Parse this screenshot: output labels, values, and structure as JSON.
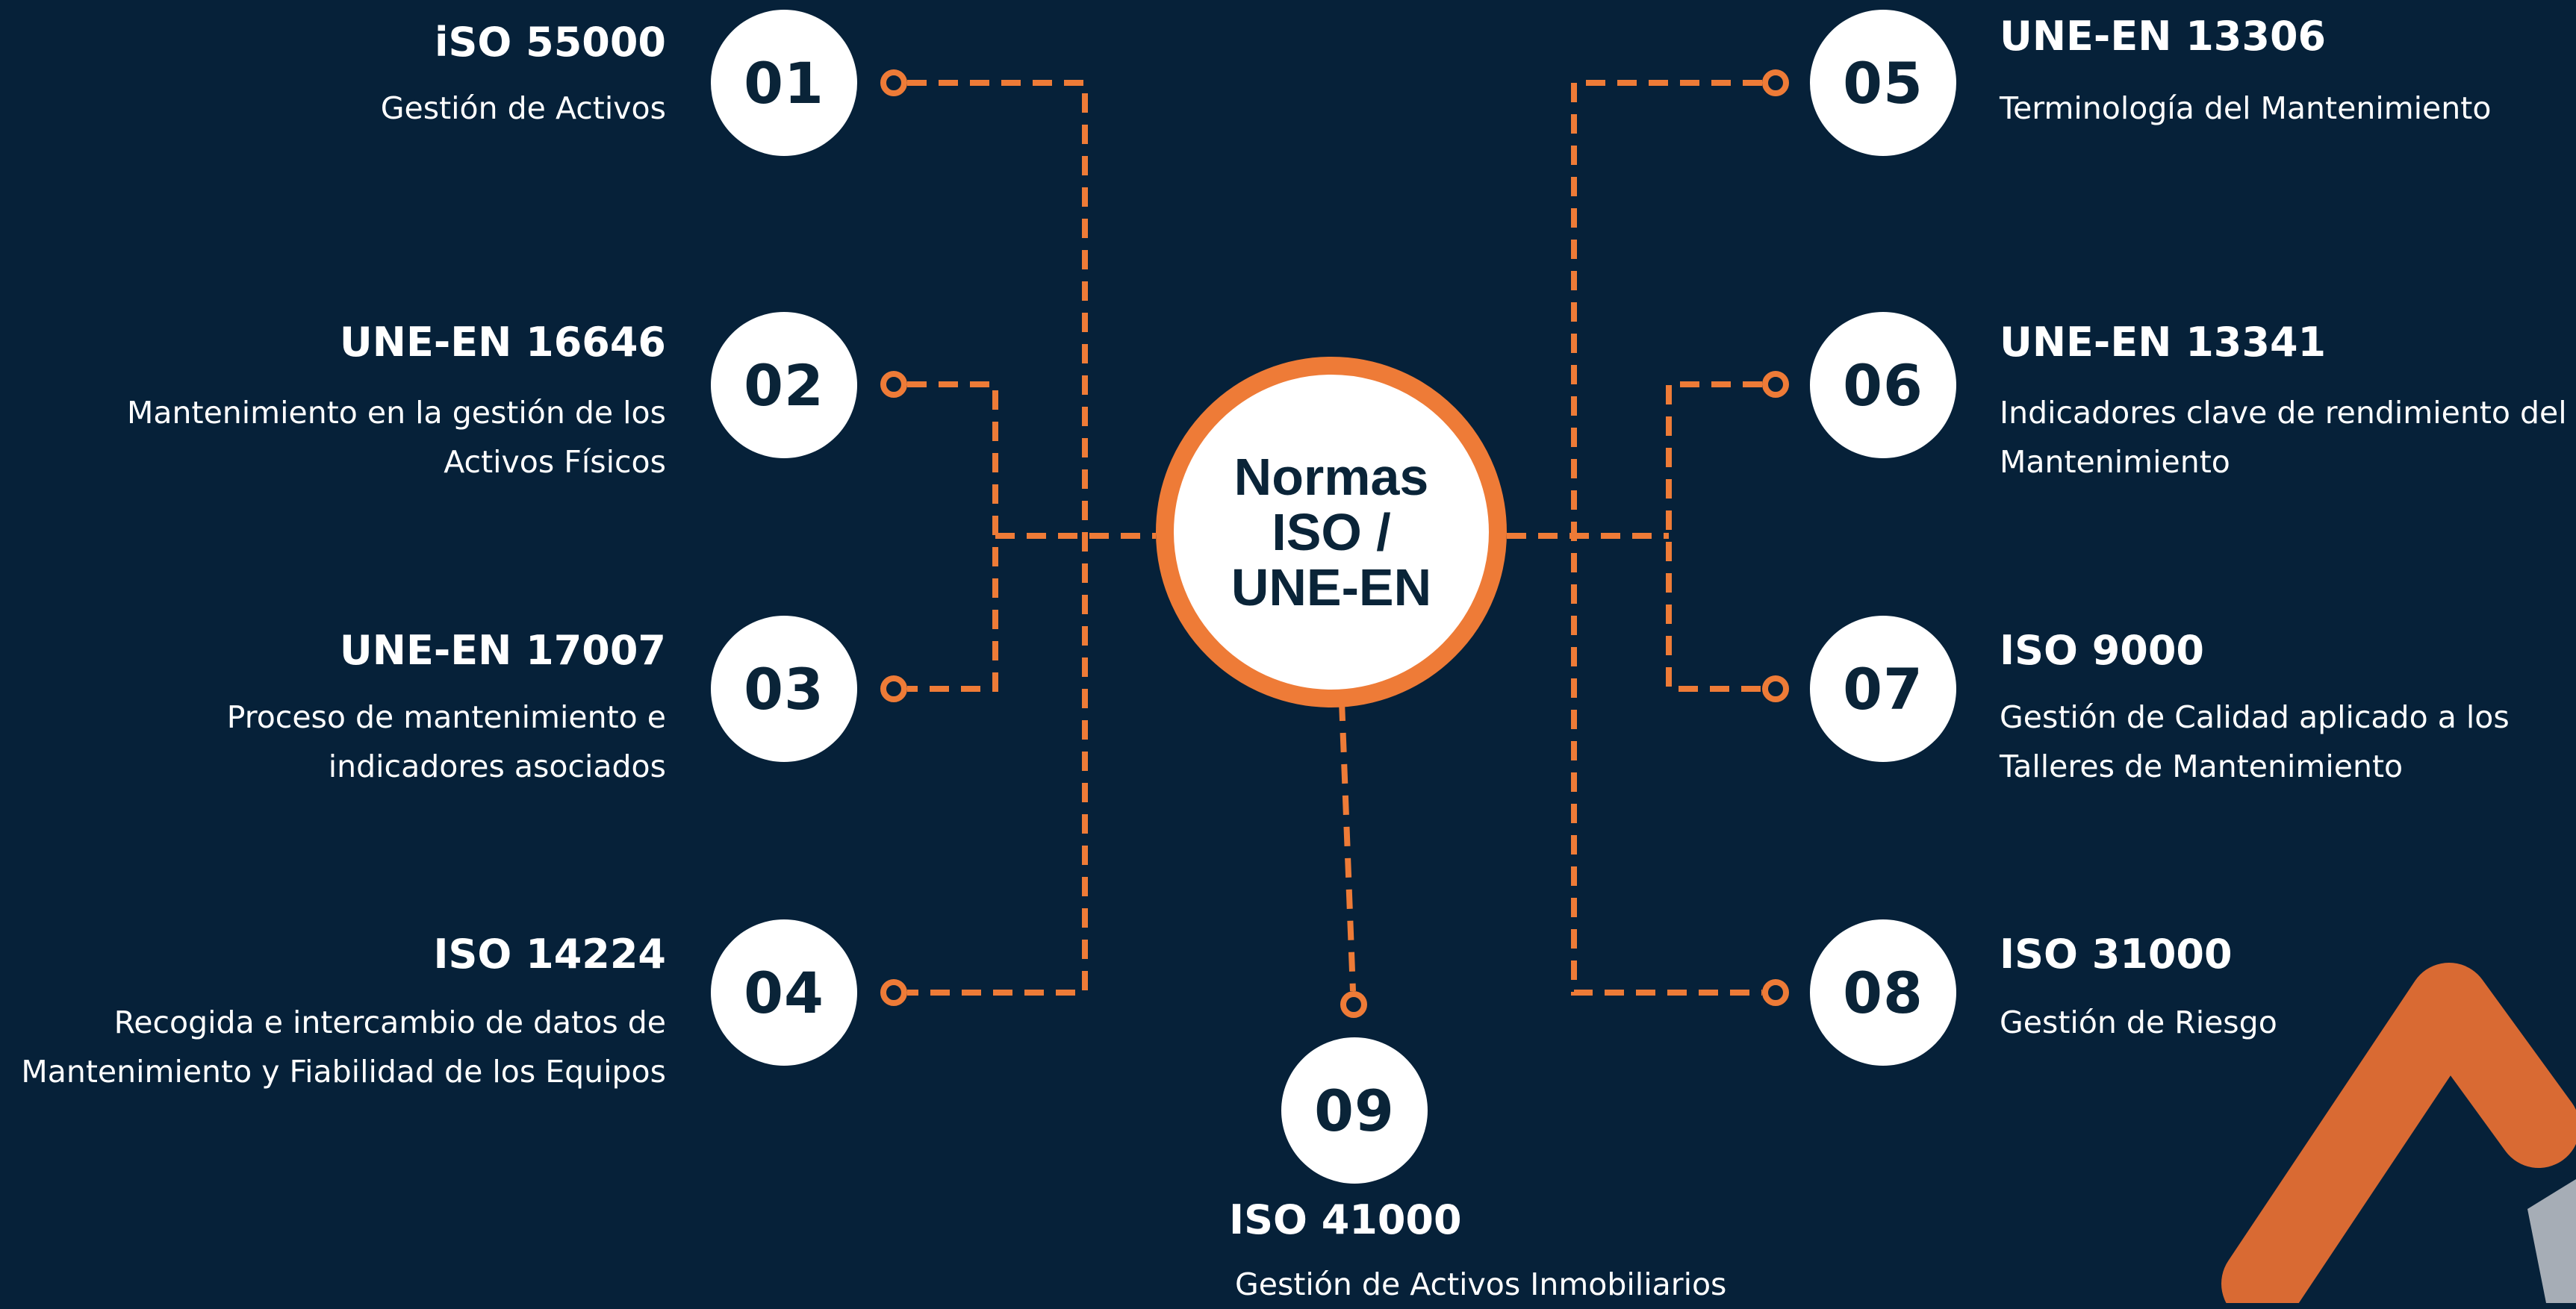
{
  "hub": {
    "title": "Normas ISO / UNE-EN"
  },
  "colors": {
    "background": "#062139",
    "accent": "#ee7b37",
    "circle": "#ffffff",
    "text_dark": "#0a2438"
  },
  "items": [
    {
      "number": "01",
      "title": "iSO 55000",
      "description": "Gestión de Activos"
    },
    {
      "number": "02",
      "title": "UNE-EN 16646",
      "description": "Mantenimiento en la gestión de los Activos Físicos"
    },
    {
      "number": "03",
      "title": "UNE-EN 17007",
      "description": "Proceso de mantenimiento e indicadores asociados"
    },
    {
      "number": "04",
      "title": "ISO 14224",
      "description": "Recogida e intercambio de datos de Mantenimiento y Fiabilidad de los Equipos"
    },
    {
      "number": "05",
      "title": "UNE-EN 13306",
      "description": "Terminología del Mantenimiento"
    },
    {
      "number": "06",
      "title": "UNE-EN 13341",
      "description": "Indicadores clave de rendimiento del Mantenimiento"
    },
    {
      "number": "07",
      "title": "ISO 9000",
      "description": "Gestión de Calidad aplicado a los Talleres de Mantenimiento"
    },
    {
      "number": "08",
      "title": "ISO 31000",
      "description": "Gestión de Riesgo"
    },
    {
      "number": "09",
      "title": "ISO 41000",
      "description": "Gestión de Activos Inmobiliarios"
    }
  ]
}
